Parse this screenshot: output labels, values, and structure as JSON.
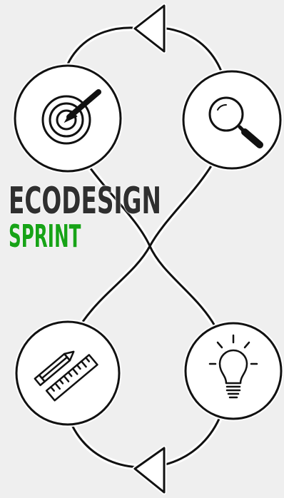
{
  "logo": {
    "line1": "ECODESIGN",
    "line2": "SPRINT"
  },
  "colors": {
    "background": "#efefef",
    "stroke": "#111111",
    "halo": "#ffffff",
    "circle_fill": "#ffffff",
    "logo_dark": "#2f2f2f",
    "logo_green": "#17a317"
  },
  "icons": [
    "target-arrow-icon",
    "magnifier-icon",
    "pencil-ruler-icon",
    "lightbulb-icon"
  ],
  "arrows": [
    "arrow-left-top",
    "arrow-left-bottom"
  ]
}
